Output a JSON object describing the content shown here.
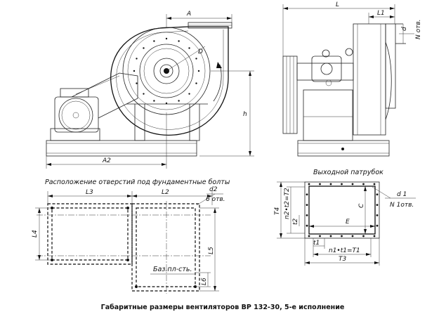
{
  "caption": "Габаритные размеры вентиляторов ВР 132-30, 5-е исполнение",
  "labels": {
    "foundation_title": "Расположение отверстий под  фундаментные болты",
    "outlet_title": "Выходной патрубок",
    "base_plane": "Баз.пл-сть."
  },
  "dims": {
    "A": "A",
    "D": "D",
    "h": "h",
    "A2": "A2",
    "L": "L",
    "L1": "L1",
    "d": "d",
    "N_otv": "N отв.",
    "L3": "L3",
    "L2": "L2",
    "L4": "L4",
    "L5": "L5",
    "L6": "L6",
    "d2": "d2",
    "holes6": "6 отв.",
    "T4": "T4",
    "n2t2T2": "n2•t2=T2",
    "t2": "t2",
    "C": "C",
    "E": "E",
    "t1": "t1",
    "n1t1T1": "n1•t1=T1",
    "T3": "T3",
    "d1": "d 1",
    "N1_otv": "N 1отв."
  }
}
